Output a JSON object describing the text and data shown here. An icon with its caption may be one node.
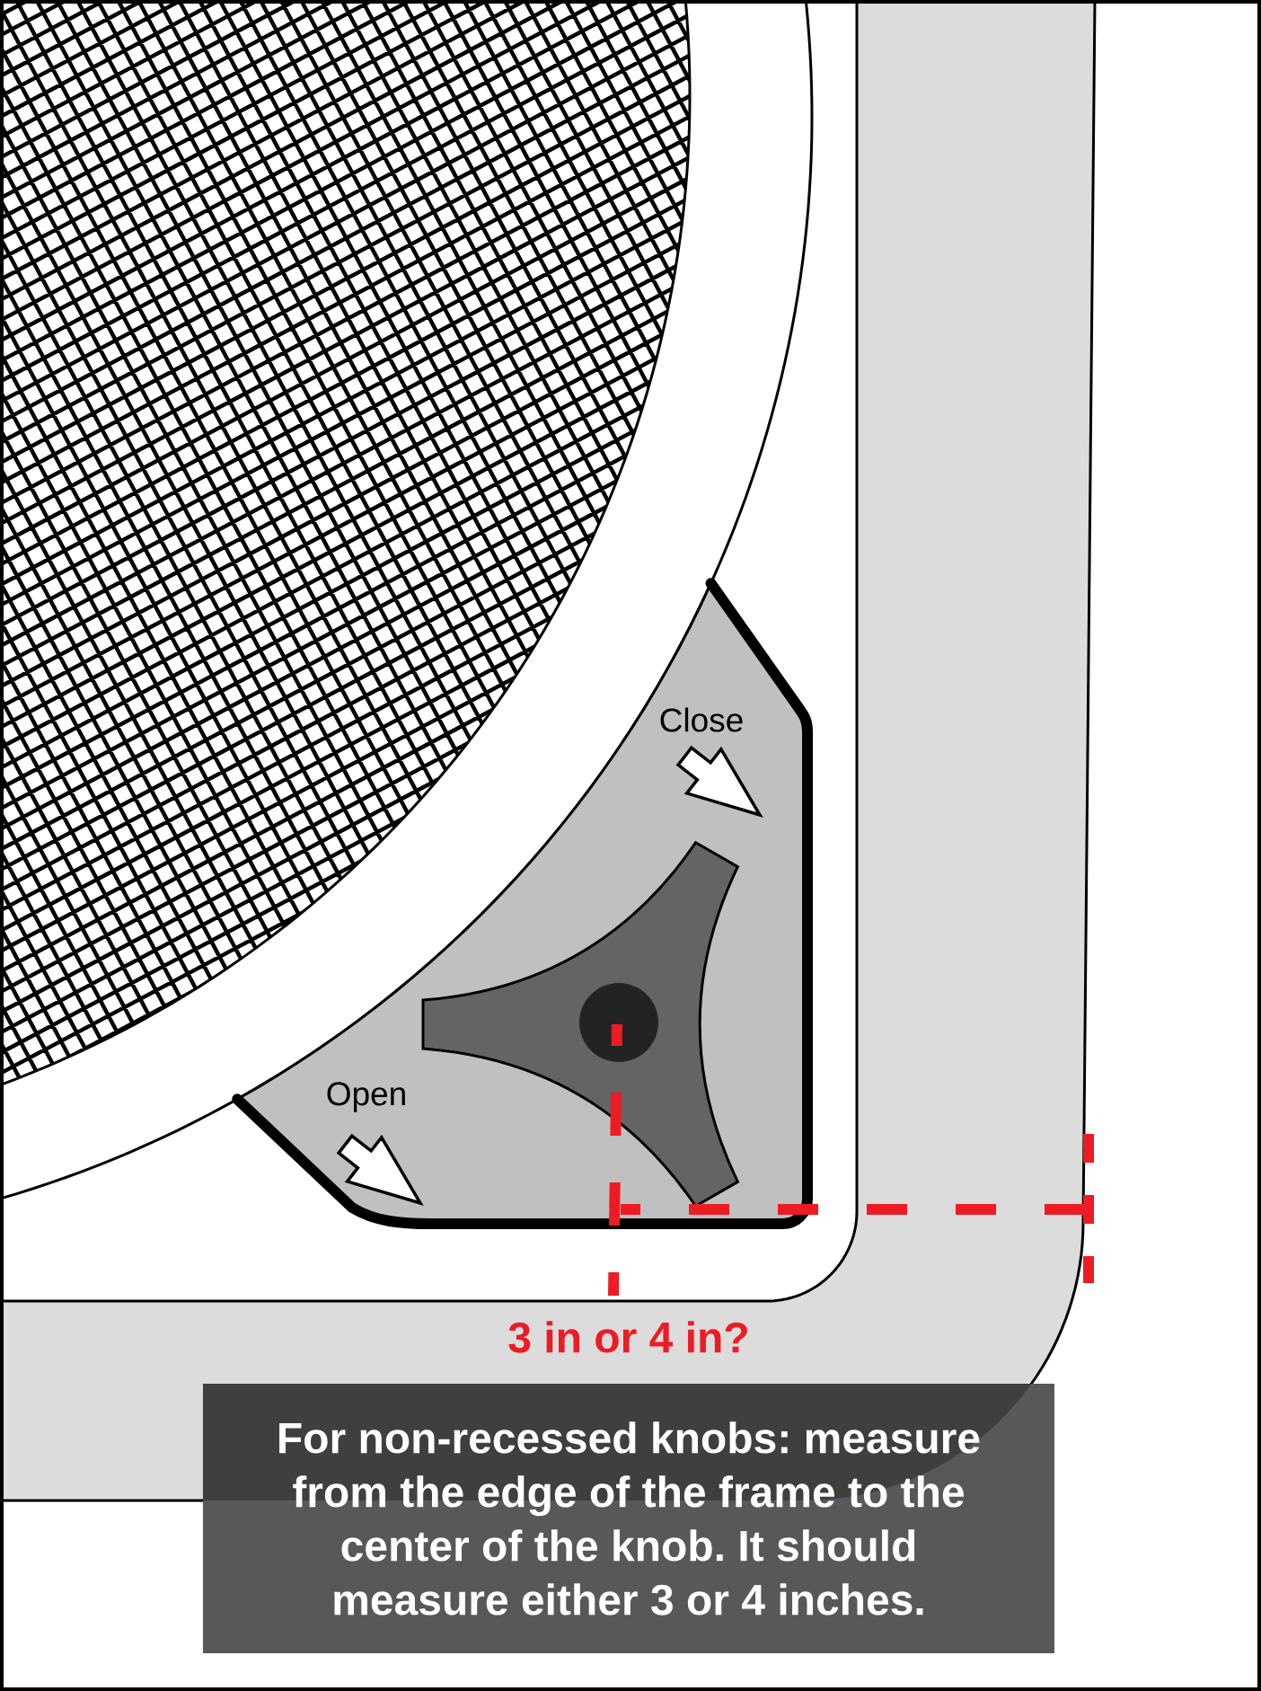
{
  "diagram": {
    "nodes": [
      {
        "text": [
          "For non-recessed knobs: measure from the edge of the frame to the center of the knob. It should measure either 3 or 4 inches."
        ]
      }
    ],
    "labels": [
      "Close",
      "Open",
      "3 in or 4 in?"
    ]
  }
}
